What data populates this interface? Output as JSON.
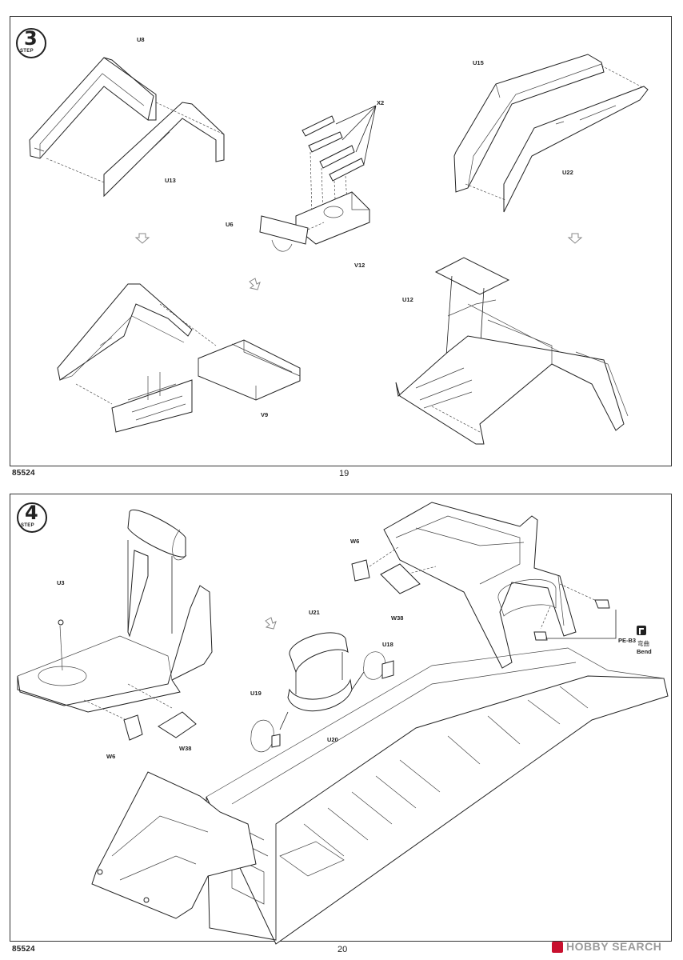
{
  "top_page": {
    "code": "85524",
    "page_number": "19",
    "step": {
      "number": "3",
      "label": "STEP"
    },
    "parts": [
      "U8",
      "U13",
      "X2",
      "U6",
      "V12",
      "U15",
      "U22",
      "U12",
      "V9"
    ]
  },
  "bottom_page": {
    "code": "85524",
    "page_number": "20",
    "step": {
      "number": "4",
      "label": "STEP"
    },
    "parts": [
      "U3",
      "W6",
      "W38",
      "U21",
      "U18",
      "U19",
      "U20",
      "W6",
      "W38",
      "PE-B3"
    ],
    "bend_note": {
      "chinese": "弯曲",
      "english": "Bend"
    }
  },
  "watermark": {
    "text": "HOBBY SEARCH",
    "brand_color": "#c8102e",
    "text_color": "#9a9a9a"
  },
  "icons": [
    "step-3-badge-icon",
    "step-4-badge-icon",
    "bend-icon",
    "hobbysearch-logo-icon"
  ]
}
